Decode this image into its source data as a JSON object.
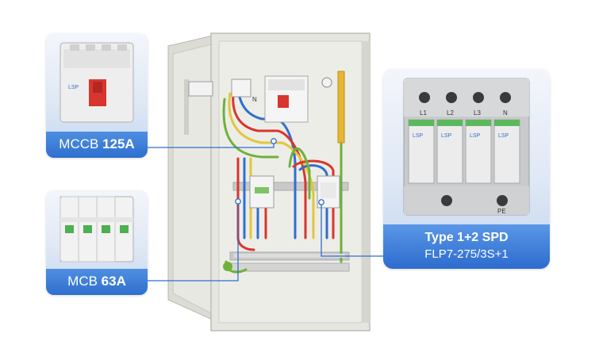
{
  "callouts": {
    "mccb": {
      "name": "MCCB",
      "rating": "125A"
    },
    "mcb": {
      "name": "MCB",
      "rating": "63A"
    },
    "spd": {
      "title": "Type 1+2 SPD",
      "model": "FLP7-275/3S+1"
    }
  },
  "device_markings": {
    "brand": "LSP",
    "spd_terminals": [
      "L1",
      "L2",
      "L3",
      "N"
    ],
    "pe": "PE",
    "panel_neutral": "N"
  },
  "colors": {
    "callout_blue": "#2f6fcf",
    "leader_line": "#2f6fcf",
    "cabinet": "#e4e4de",
    "wire_red": "#d9352f",
    "wire_blue": "#2f6fcf",
    "wire_yellow": "#e2c63a",
    "wire_green_yellow": "#6fb13a"
  }
}
